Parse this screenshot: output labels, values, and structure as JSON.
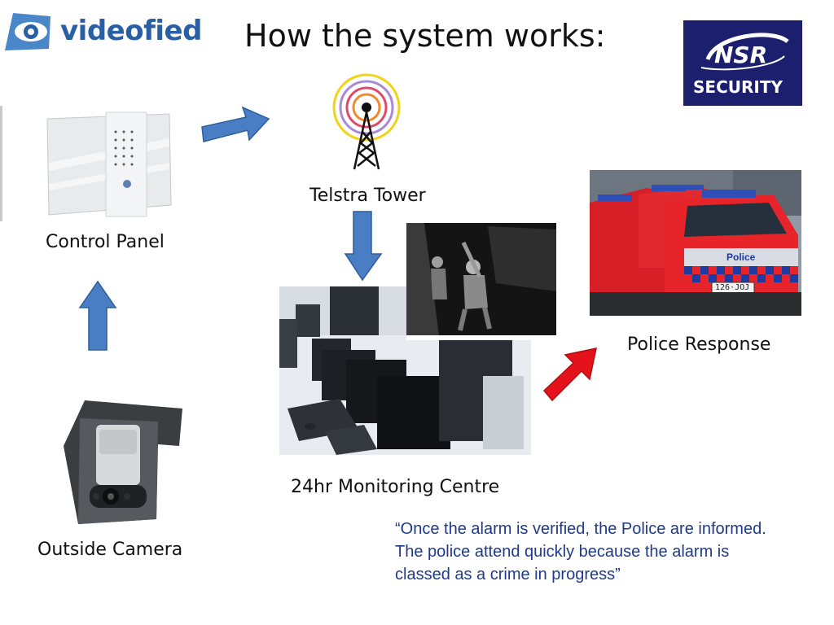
{
  "title": "How the system works:",
  "logos": {
    "videofied": "videofied",
    "nsr_top": "NSR",
    "nsr_bottom": "SECURITY"
  },
  "nodes": {
    "control_panel": "Control Panel",
    "telstra_tower": "Telstra Tower",
    "police_response": "Police Response",
    "monitoring_centre": "24hr Monitoring Centre",
    "outside_camera": "Outside Camera"
  },
  "police_car_plate": "126·JOJ",
  "police_car_text": "Police",
  "quote": "“Once the alarm is verified, the Police are informed. The police attend quickly because the alarm is classed as a crime in progress”",
  "colors": {
    "arrow_blue": "#4a7ec4",
    "arrow_red": "#e4121a",
    "quote_text": "#1f3a8a",
    "nsr_bg": "#1b1f6e"
  }
}
